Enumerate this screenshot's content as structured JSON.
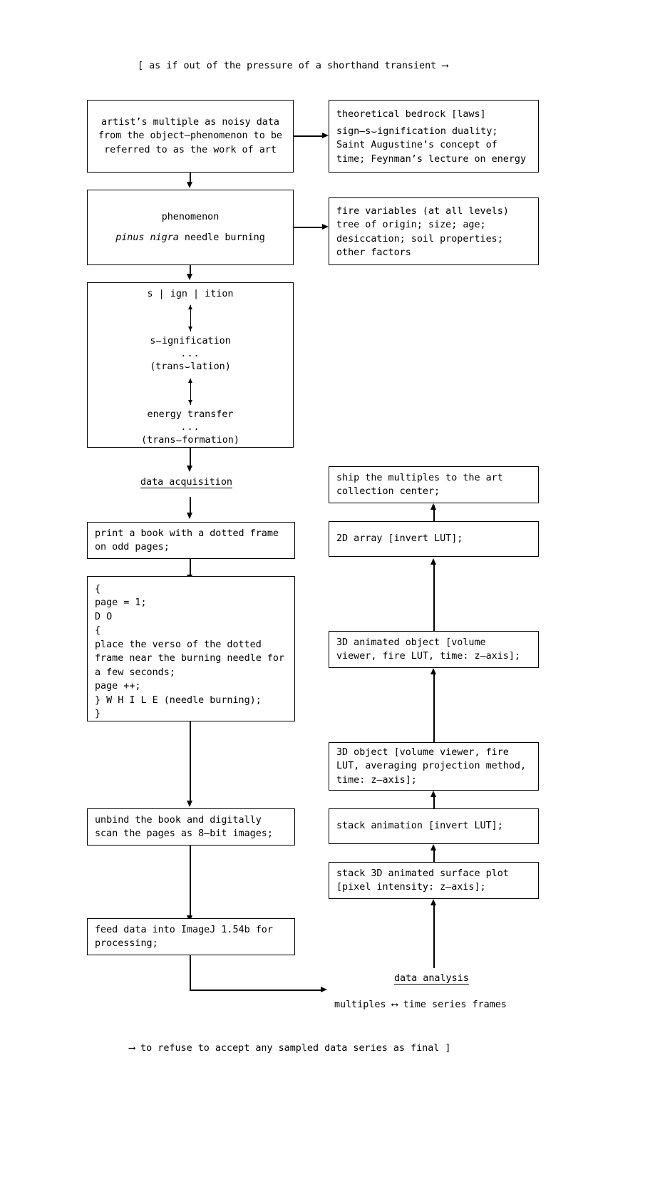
{
  "header": {
    "text": "[ as if out of the pressure of a shorthand transient ⟶"
  },
  "footer": {
    "text": "⟶ to refuse to accept any sampled data series as final ]"
  },
  "left_column": {
    "box_artist": {
      "lines": [
        "artist’s multiple as noisy data",
        "from the object–phenomenon to be",
        "referred to as the work of art"
      ]
    },
    "box_phenomenon": {
      "title": "phenomenon",
      "species": "pinus nigra",
      "rest": " needle burning"
    },
    "box_ignition": {
      "line_1": "s | ign | ition",
      "line_2": "s⌣ignification",
      "line_2_dots": "...",
      "line_3": "(trans⌣lation)",
      "line_4": "energy transfer",
      "line_4_dots": "...",
      "line_5": "(trans⌣formation)"
    },
    "label_data_acquisition": "data acquisition",
    "box_print": {
      "lines": [
        "print a book with a dotted frame",
        "on odd pages;"
      ]
    },
    "box_code": {
      "lines": [
        "{",
        "page = 1;",
        "D O",
        "{",
        "place the verso of the dotted",
        "frame near the burning needle for",
        "a few seconds;",
        "page ++;",
        "} W H I L E (needle burning);",
        "}"
      ]
    },
    "box_unbind": {
      "lines": [
        "unbind the book and digitally",
        "scan the pages as 8–bit images;"
      ]
    },
    "box_imagej": {
      "lines": [
        "feed data into ImageJ 1.54b for",
        "processing;"
      ]
    }
  },
  "right_column": {
    "box_bedrock": {
      "title": "theoretical bedrock [laws]",
      "lines": [
        "sign–s⌣ignification duality;",
        "Saint Augustine’s concept of",
        "time; Feynman’s lecture on energy"
      ]
    },
    "box_fire_variables": {
      "title": "fire variables (at all levels)",
      "lines": [
        "tree of origin; size; age;",
        "desiccation; soil properties;",
        "other factors"
      ]
    },
    "box_ship": {
      "lines": [
        "ship the multiples to the art",
        "collection center;"
      ]
    },
    "box_2d_array": {
      "lines": [
        "2D array [invert LUT];"
      ]
    },
    "box_3d_animated": {
      "lines": [
        "3D animated object [volume",
        "viewer, fire LUT, time: z–axis];"
      ]
    },
    "box_3d_object": {
      "lines": [
        "3D object [volume viewer, fire",
        "LUT, averaging projection method,",
        "time: z–axis];"
      ]
    },
    "box_stack_animation": {
      "lines": [
        "stack animation [invert LUT];"
      ]
    },
    "box_stack_surface": {
      "lines": [
        "stack 3D animated surface plot",
        "[pixel intensity: z–axis];"
      ]
    },
    "label_data_analysis": "data analysis",
    "label_multiples": "multiples ⟷ time series frames"
  }
}
